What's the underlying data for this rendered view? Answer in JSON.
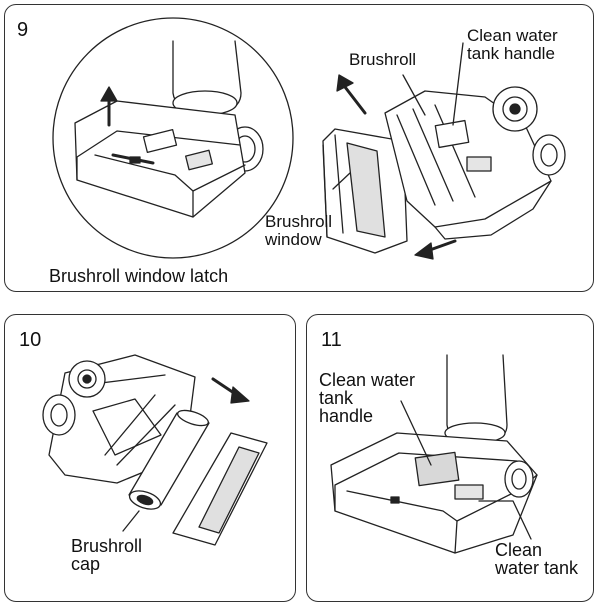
{
  "panels": [
    {
      "step": "9",
      "labels": {
        "brushroll": "Brushroll",
        "clean_water_tank_handle": "Clean water\ntank handle",
        "brushroll_window": "Brushroll\nwindow",
        "brushroll_window_latch": "Brushroll window latch"
      }
    },
    {
      "step": "10",
      "labels": {
        "brushroll_cap": "Brushroll\ncap"
      }
    },
    {
      "step": "11",
      "labels": {
        "clean_water_tank_handle": "Clean water\ntank\nhandle",
        "clean_water_tank": "Clean\nwater tank"
      }
    }
  ]
}
